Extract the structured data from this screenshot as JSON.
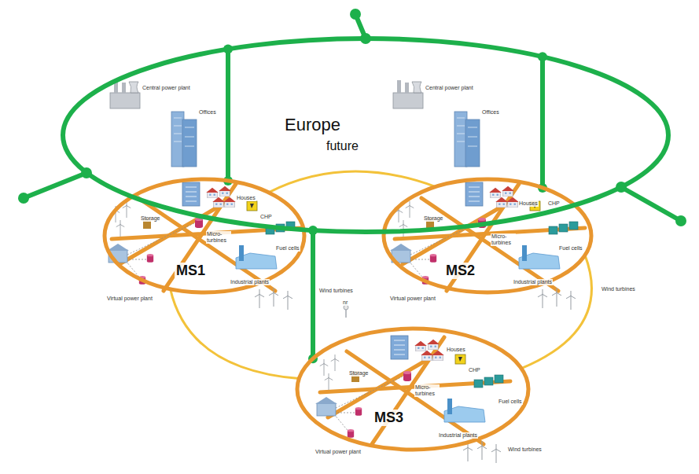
{
  "diagram": {
    "nodes": [
      {
        "text": [
          "Europe",
          "future"
        ]
      },
      {
        "text": [
          "MS1"
        ]
      },
      {
        "text": [
          "MS2"
        ]
      },
      {
        "text": [
          "MS3"
        ]
      }
    ],
    "edges": [
      {
        "from": 0,
        "to": 1,
        "arrow": "none"
      },
      {
        "from": 0,
        "to": 2,
        "arrow": "none"
      },
      {
        "from": 0,
        "to": 3,
        "arrow": "none"
      },
      {
        "from": 1,
        "to": 2,
        "arrow": "none"
      },
      {
        "from": 1,
        "to": 3,
        "arrow": "none"
      },
      {
        "from": 2,
        "to": 3,
        "arrow": "none"
      }
    ],
    "labels": [
      "Central power plant",
      "Central power plant",
      "Offices",
      "Offices",
      "Houses",
      "Storage",
      "CHP",
      "Micro-turbines",
      "Fuel cells",
      "Industrial plants",
      "Virtual power plant",
      "Wind turbines",
      "Houses",
      "Storage",
      "CHP",
      "Micro-turbines",
      "Fuel cells",
      "Industrial plants",
      "Virtual power plant",
      "Wind turbines",
      "nr",
      "Houses",
      "Storage",
      "CHP",
      "Micro-turbines",
      "Fuel cells",
      "Industrial plants",
      "Virtual power plant",
      "Wind turbines"
    ]
  }
}
